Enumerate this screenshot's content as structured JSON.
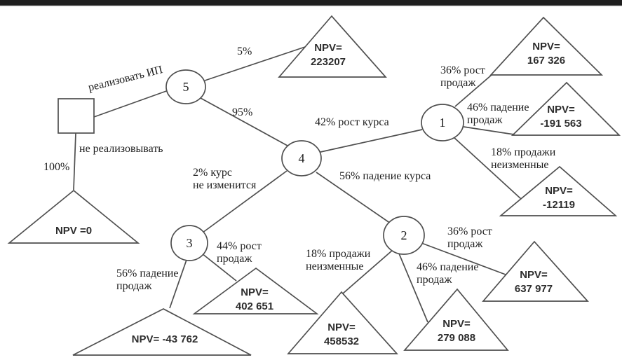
{
  "diagram": {
    "node_labels": {
      "n1": "1",
      "n2": "2",
      "n3": "3",
      "n4": "4",
      "n5": "5"
    },
    "edge_labels": {
      "realize": "реализовать ИП",
      "not_realize": "не реализовывать",
      "prob_100": "100%",
      "prob_5": "5%",
      "prob_95": "95%",
      "rate_growth": "42% рост курса",
      "rate_fall": "56% падение курса",
      "rate_same": "2% курс\nне изменится",
      "n1_sales_growth": "36% рост\nпродаж",
      "n1_sales_fall": "46% падение\nпродаж",
      "n1_sales_same": "18% продажи\nнеизменные",
      "n3_sales_growth": "44% рост\nпродаж",
      "n3_sales_fall": "56% падение\nпродаж",
      "n2_sales_same": "18% продажи\nнеизменные",
      "n2_sales_growth": "36% рост\nпродаж",
      "n2_sales_fall": "46% падение\nпродаж"
    },
    "outcomes": {
      "npv_223207": "NPV=\n223207",
      "npv_167326": "NPV=\n167 326",
      "npv_m191563": "NPV=\n-191 563",
      "npv_m12119": "NPV=\n-12119",
      "npv_0": "NPV =0",
      "npv_m43762": "NPV= -43 762",
      "npv_402651": "NPV=\n402 651",
      "npv_458532": "NPV=\n458532",
      "npv_637977": "NPV=\n637 977",
      "npv_279088": "NPV=\n279 088"
    },
    "colors": {
      "line": "#4f4f4f",
      "text": "#1d1d1d",
      "topbar": "#1e1e1e"
    }
  }
}
